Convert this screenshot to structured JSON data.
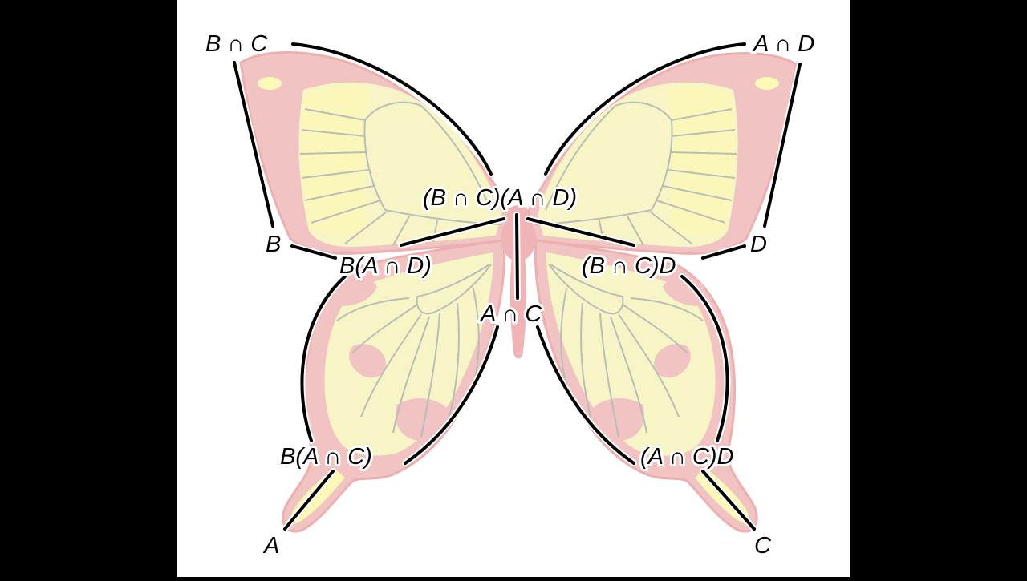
{
  "colors": {
    "background": "#000000",
    "panel": "#ffffff",
    "wing_outer": "#f2c3c3",
    "wing_outer_edge": "#ecb0b0",
    "wing_inner": "#f7f5c6",
    "wing_inner_bright": "#fbf8b8",
    "vein": "#b9bdb8",
    "body": "#eeb4b6",
    "edge_line": "#000000",
    "edge_halo": "#ffffff",
    "label_text": "#000000"
  },
  "labels": {
    "b_cap_c": "B ∩ C",
    "a_cap_d": "A ∩ D",
    "bc_ad": "(B ∩ C)(A ∩ D)",
    "b": "B",
    "d": "D",
    "b_ad": "B(A ∩ D)",
    "bc_d": "(B ∩ C)D",
    "a_cap_c": "A ∩ C",
    "b_ac": "B(A ∩ C)",
    "ac_d": "(A ∩ C)D",
    "a": "A",
    "c": "C"
  }
}
